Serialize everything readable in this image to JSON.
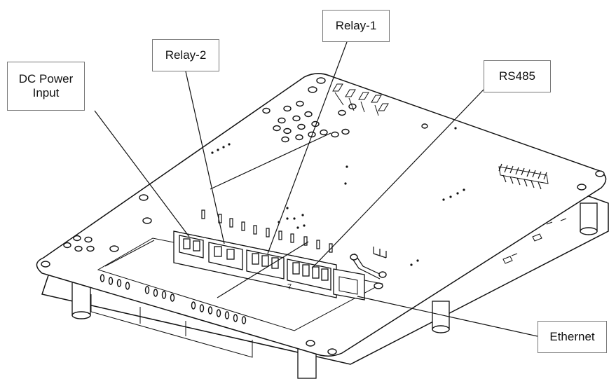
{
  "callouts": {
    "relay1": "Relay-1",
    "relay2": "Relay-2",
    "dc_power": "DC Power\nInput",
    "rs485": "RS485",
    "ethernet": "Ethernet"
  },
  "board_marking": "7"
}
